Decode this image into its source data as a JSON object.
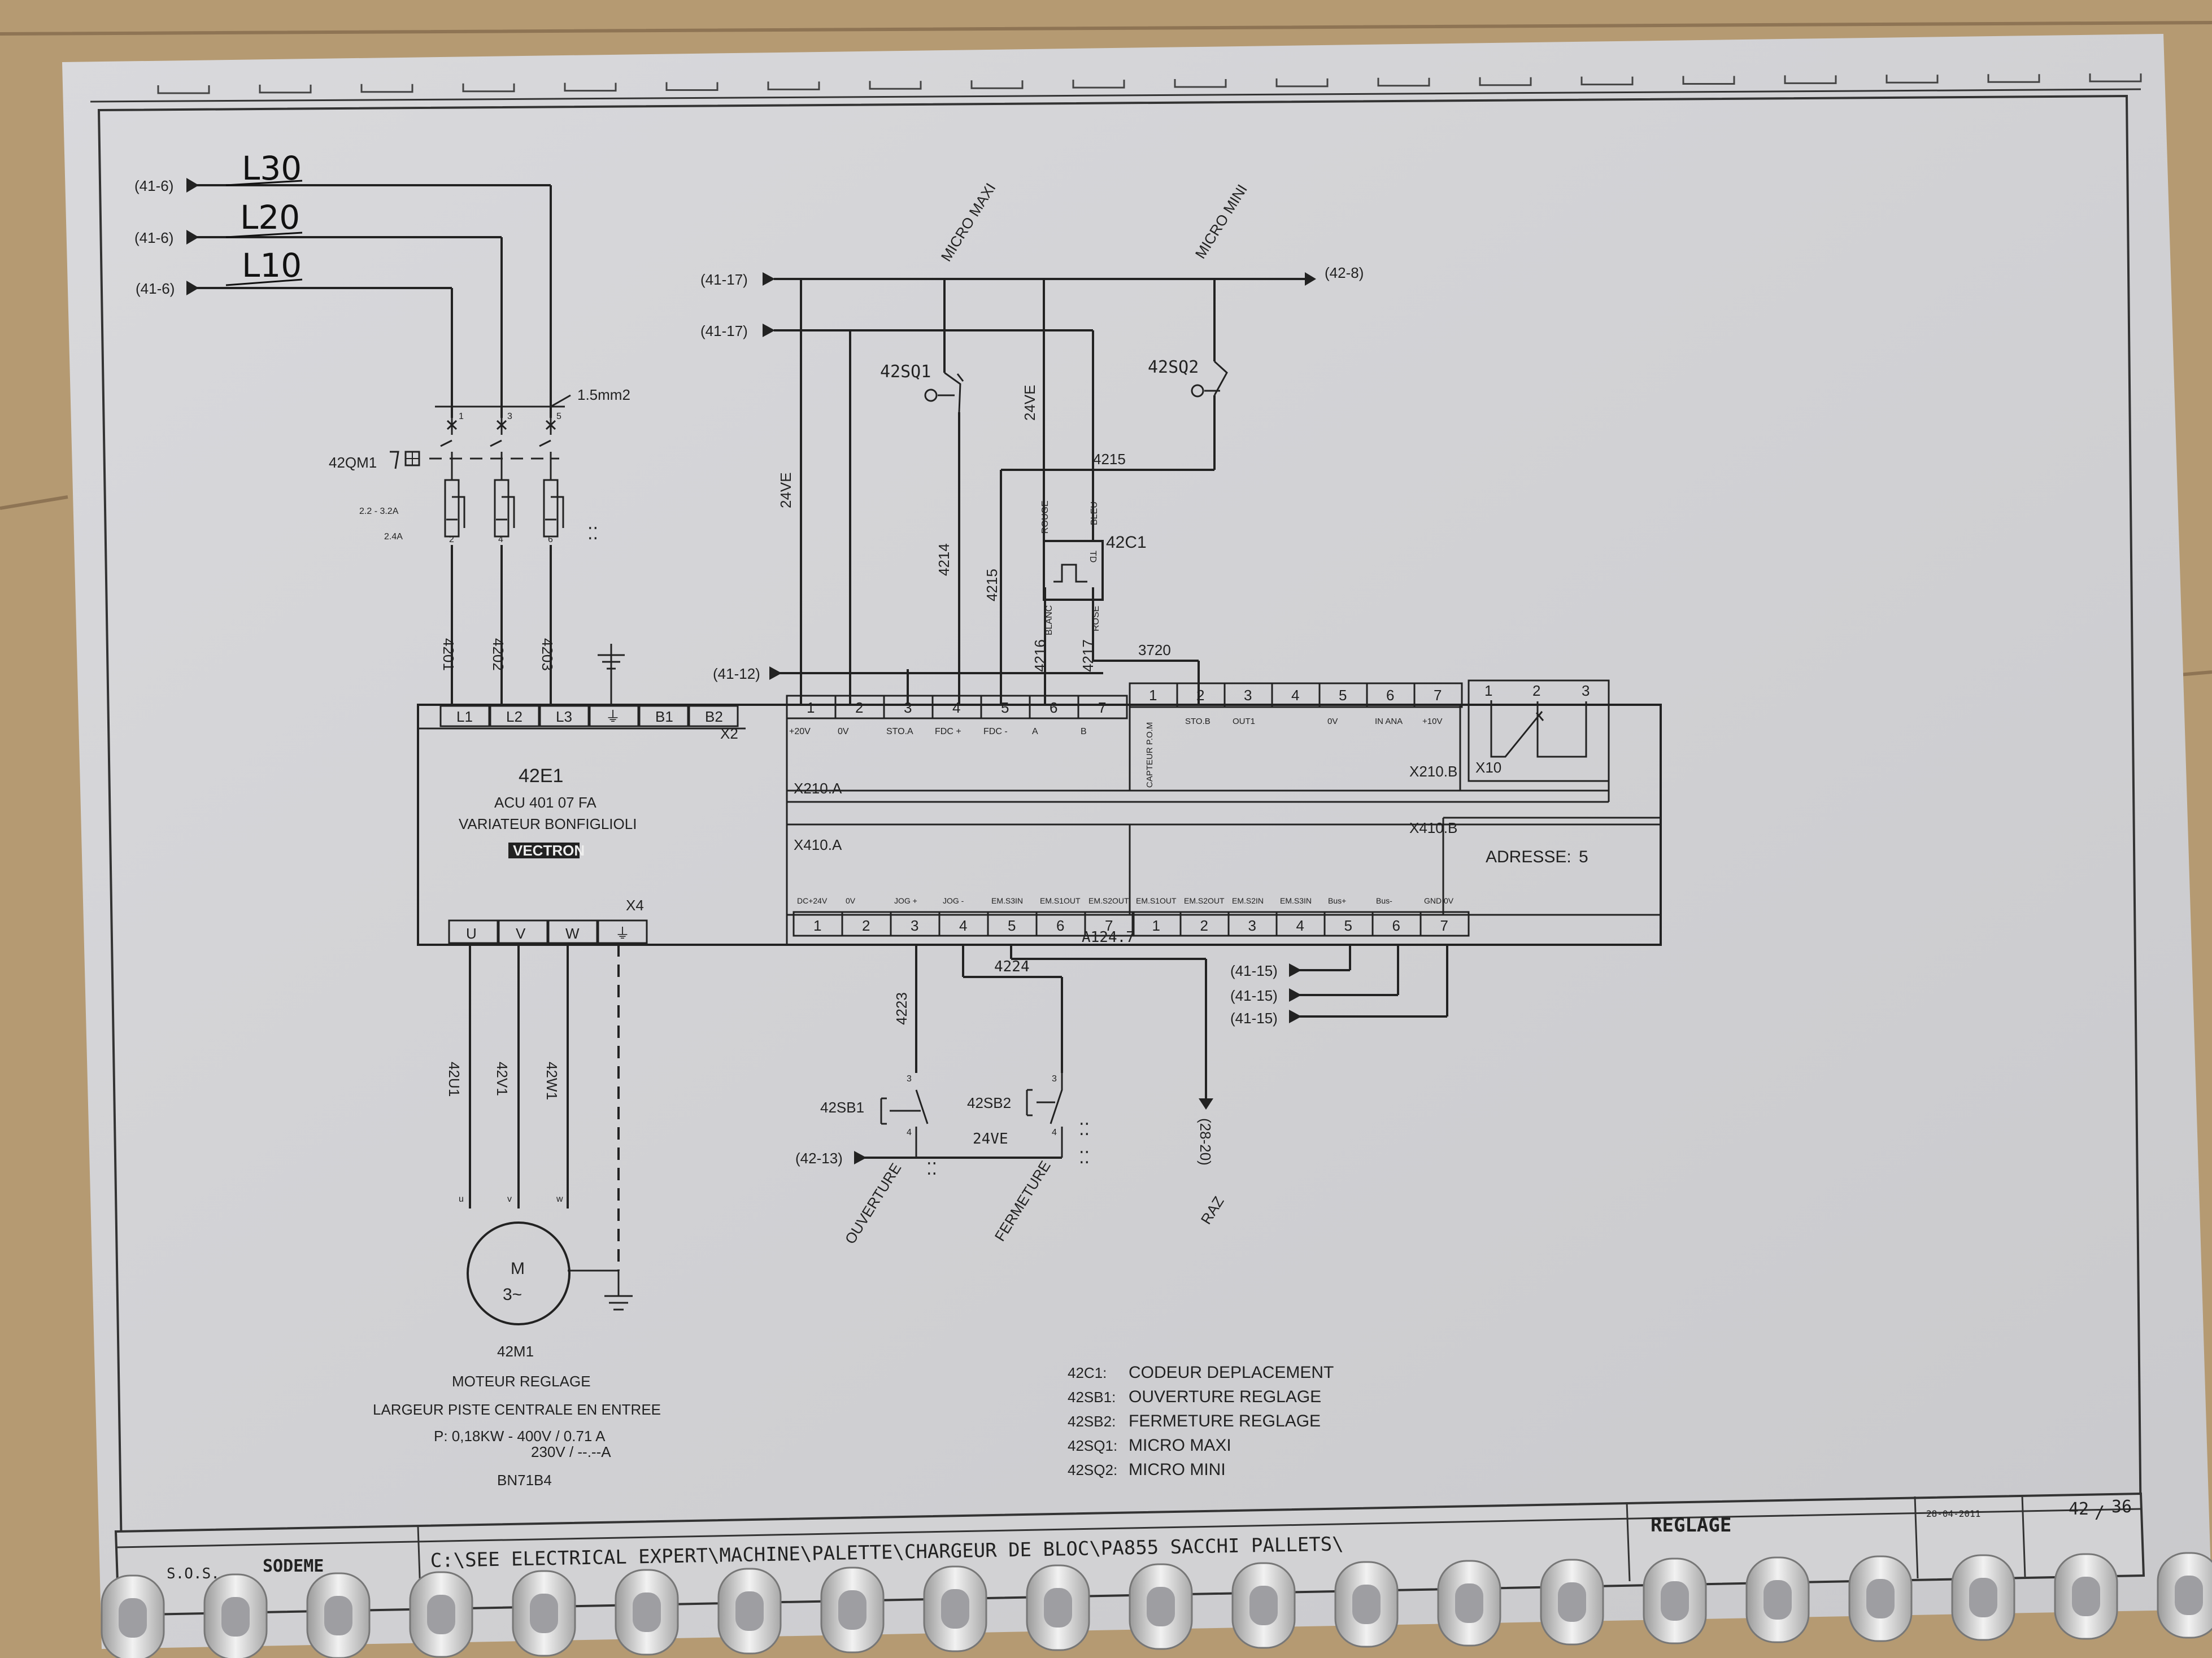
{
  "refs": {
    "l30": "(41-6)",
    "l20": "(41-6)",
    "l10": "(41-6)",
    "bus_top": "(41-17)",
    "bus_second": "(41-17)",
    "bus_out": "(42-8)",
    "bus_bottom": "(41-12)",
    "out1": "(41-15)",
    "out2": "(41-15)",
    "out3": "(41-15)",
    "sb_in": "(42-13)",
    "raz_ref": "(28-20)"
  },
  "handwritten": {
    "l30": "L30",
    "l20": "L20",
    "l10": "L10"
  },
  "breaker": {
    "id": "42QM1",
    "range": "2.2 - 3.2A",
    "setting": "2.4A",
    "wire_size": "1.5mm2",
    "poles": [
      "1",
      "3",
      "5"
    ],
    "outs": [
      "2",
      "4",
      "6"
    ],
    "wires": [
      "4201",
      "4202",
      "4203"
    ]
  },
  "switches": {
    "sq1_id": "42SQ1",
    "sq2_id": "42SQ2",
    "micro_maxi": "MICRO MAXI",
    "micro_mini": "MICRO MINI"
  },
  "wires": {
    "v24_left": "24VE",
    "v24_mid": "24VE",
    "w4214": "4214",
    "w4215a": "4215",
    "w4215b": "4215",
    "w4216": "4216",
    "w4217": "4217",
    "w3720": "3720",
    "w4223": "4223",
    "w4224": "4224",
    "a124": "A124.7",
    "w24ve_sb": "24VE"
  },
  "encoder": {
    "id": "42C1",
    "rouge": "ROUGE",
    "bleu": "BLEU",
    "blanc": "BLANC",
    "rose": "ROSE",
    "tag": "TD"
  },
  "drive": {
    "id": "42E1",
    "model": "ACU 401 07 FA",
    "desc": "VARIATEUR BONFIGLIOLI",
    "brand": "VECTRON",
    "x2": "X2",
    "x2_terms": [
      "L1",
      "L2",
      "L3",
      "⏚",
      "B1",
      "B2"
    ],
    "x4": "X4",
    "x4_terms": [
      "U",
      "V",
      "W",
      "⏚"
    ],
    "address_label": "ADRESSE:",
    "address": "5"
  },
  "x210a": {
    "name": "X210.A",
    "nums": [
      "1",
      "2",
      "3",
      "4",
      "5",
      "6",
      "7"
    ],
    "sigs": [
      "+20V",
      "0V",
      "STO.A",
      "FDC +",
      "FDC -",
      "A",
      "B"
    ]
  },
  "x210b": {
    "name": "X210.B",
    "nums": [
      "1",
      "2",
      "3",
      "4",
      "5",
      "6",
      "7"
    ],
    "sigs": [
      "CAPTEUR P.O.M",
      "STO.B",
      "OUT1",
      "",
      "0V",
      "IN ANA",
      "+10V"
    ]
  },
  "x10": {
    "name": "X10",
    "nums": [
      "1",
      "2",
      "3"
    ]
  },
  "x410a": {
    "name": "X410.A",
    "nums": [
      "1",
      "2",
      "3",
      "4",
      "5",
      "6",
      "7"
    ],
    "sigs": [
      "DC+24V",
      "0V",
      "JOG +",
      "JOG -",
      "EM.S3IN",
      "EM.S1OUT",
      "EM.S2OUT"
    ]
  },
  "x410b": {
    "name": "X410.B",
    "nums": [
      "1",
      "2",
      "3",
      "4",
      "5",
      "6",
      "7"
    ],
    "sigs": [
      "EM.S1OUT",
      "EM.S2OUT",
      "EM.S2IN",
      "EM.S3IN",
      "Bus+",
      "Bus-",
      "GND 0V"
    ]
  },
  "buttons": {
    "sb1": "42SB1",
    "sb2": "42SB2",
    "t3": "3",
    "t4": "4",
    "ouverture": "OUVERTURE",
    "fermeture": "FERMETURE",
    "raz": "RAZ"
  },
  "motor": {
    "wires": [
      "42U1",
      "42V1",
      "42W1"
    ],
    "terms": [
      "u",
      "v",
      "w"
    ],
    "sym": "M",
    "phase": "3~",
    "id": "42M1",
    "title": "MOTEUR REGLAGE",
    "desc": "LARGEUR PISTE CENTRALE EN ENTREE",
    "power": "P: 0,18KW - 400V / 0.71 A",
    "power2": "230V / --.--A",
    "ref": "BN71B4"
  },
  "legend": [
    {
      "code": "42C1:",
      "text": "CODEUR DEPLACEMENT"
    },
    {
      "code": "42SB1:",
      "text": "OUVERTURE REGLAGE"
    },
    {
      "code": "42SB2:",
      "text": "FERMETURE REGLAGE"
    },
    {
      "code": "42SQ1:",
      "text": "MICRO MAXI"
    },
    {
      "code": "42SQ2:",
      "text": "MICRO MINI"
    }
  ],
  "titleblock": {
    "company": "SODEME",
    "path": "C:\\SEE ELECTRICAL EXPERT\\MACHINE\\PALETTE\\CHARGEUR DE BLOC\\PA855 SACCHI PALLETS\\",
    "section": "REGLAGE",
    "date": "28-04-2011",
    "page": "42",
    "total": "36",
    "sos": "S.O.S."
  },
  "colors": {
    "paper": "#dcdcde",
    "ink": "#222222",
    "wood": "#b59a72",
    "ring": "#e6e6e6"
  }
}
